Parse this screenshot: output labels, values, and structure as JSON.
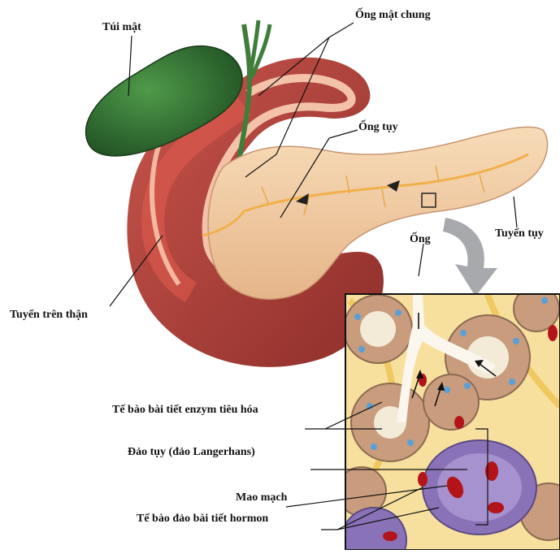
{
  "labels": {
    "gallbladder": "Túi mật",
    "common_bile_duct": "Ống mật chung",
    "pancreatic_duct": "Ống tụy",
    "pancreas": "Tuyến tụy",
    "duct": "Ống",
    "adrenal": "Tuyến trên thận",
    "enzyme_cells": "Tế bào bài tiết enzym tiêu hóa",
    "islet": "Đảo tụy (đảo Langerhans)",
    "capillary": "Mao mạch",
    "hormone_cells": "Tế bào đảo bài tiết hormon"
  },
  "colors": {
    "gallbladder": "#2f6b32",
    "duodenum": "#b8463f",
    "pancreas": "#f0c9a0",
    "acinar": "#c89c7c",
    "islet": "#8a72b8",
    "capillary": "#b3141a",
    "nucleus": "#5aa0d8"
  }
}
